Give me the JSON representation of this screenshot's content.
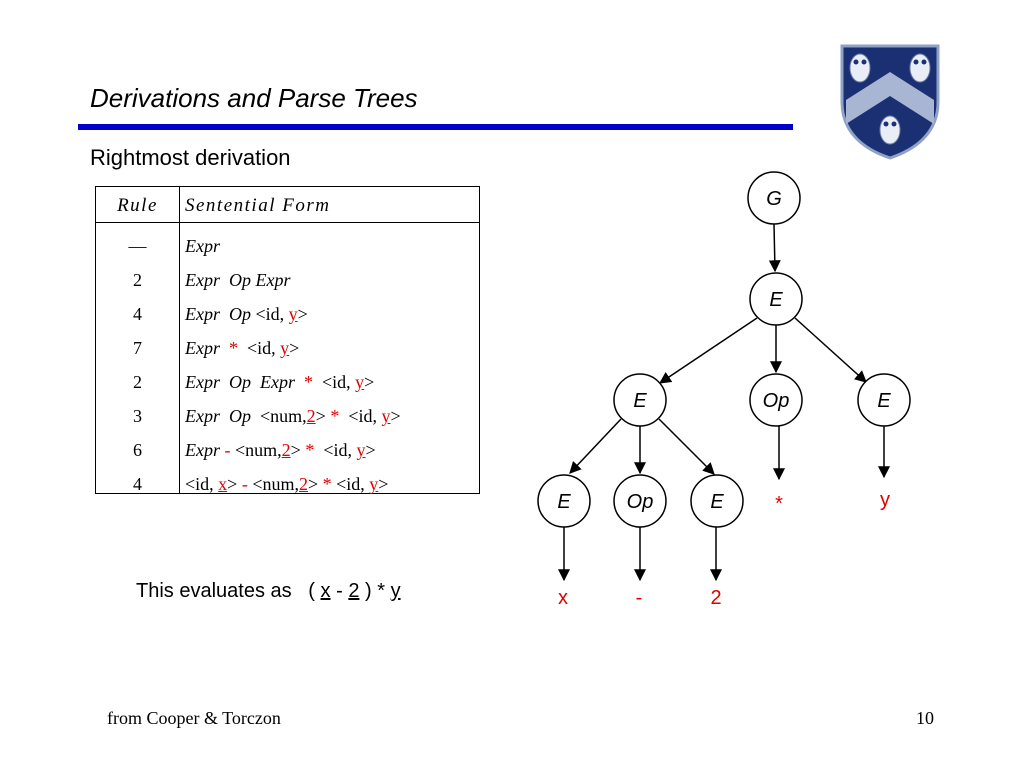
{
  "slide": {
    "title": "Derivations and Parse Trees",
    "subtitle": "Rightmost derivation",
    "accent_color": "#0000cc",
    "highlight_color": "#e00000",
    "crest_icon": "owl-shield-crest-icon"
  },
  "table": {
    "header_rule": "Rule",
    "header_form": "Sentential Form",
    "rows": [
      {
        "rule": "—",
        "form": [
          {
            "t": "Expr",
            "i": true
          }
        ]
      },
      {
        "rule": "2",
        "form": [
          {
            "t": "Expr  Op Expr",
            "i": true
          }
        ]
      },
      {
        "rule": "4",
        "form": [
          {
            "t": "Expr  Op ",
            "i": true
          },
          {
            "t": "<id, "
          },
          {
            "t": "y",
            "red": true,
            "u": true
          },
          {
            "t": ">"
          }
        ]
      },
      {
        "rule": "7",
        "form": [
          {
            "t": "Expr ",
            "i": true
          },
          {
            "t": " * ",
            "red": true
          },
          {
            "t": " <id, "
          },
          {
            "t": "y",
            "red": true,
            "u": true
          },
          {
            "t": ">"
          }
        ]
      },
      {
        "rule": "2",
        "form": [
          {
            "t": "Expr  Op  Expr ",
            "i": true
          },
          {
            "t": " * ",
            "red": true
          },
          {
            "t": " <id, "
          },
          {
            "t": "y",
            "red": true,
            "u": true
          },
          {
            "t": ">"
          }
        ]
      },
      {
        "rule": "3",
        "form": [
          {
            "t": "Expr  Op ",
            "i": true
          },
          {
            "t": " <num,"
          },
          {
            "t": "2",
            "red": true,
            "u": true
          },
          {
            "t": "> "
          },
          {
            "t": "*",
            "red": true
          },
          {
            "t": "  <id, "
          },
          {
            "t": "y",
            "red": true,
            "u": true
          },
          {
            "t": ">"
          }
        ]
      },
      {
        "rule": "6",
        "form": [
          {
            "t": "Expr ",
            "i": true
          },
          {
            "t": "- ",
            "red": true
          },
          {
            "t": "<num,"
          },
          {
            "t": "2",
            "red": true,
            "u": true
          },
          {
            "t": "> "
          },
          {
            "t": "*",
            "red": true
          },
          {
            "t": "  <id, "
          },
          {
            "t": "y",
            "red": true,
            "u": true
          },
          {
            "t": ">"
          }
        ]
      },
      {
        "rule": "4",
        "form": [
          {
            "t": "<id, "
          },
          {
            "t": "x",
            "red": true,
            "u": true
          },
          {
            "t": "> "
          },
          {
            "t": "-",
            "red": true
          },
          {
            "t": " <num,"
          },
          {
            "t": "2",
            "red": true,
            "u": true
          },
          {
            "t": "> "
          },
          {
            "t": "*",
            "red": true
          },
          {
            "t": " <id, "
          },
          {
            "t": "y",
            "red": true,
            "u": true
          },
          {
            "t": ">"
          }
        ]
      }
    ]
  },
  "tree": {
    "nodes": [
      {
        "id": "g",
        "label": "G"
      },
      {
        "id": "e-root",
        "label": "E"
      },
      {
        "id": "e-left",
        "label": "E"
      },
      {
        "id": "op-mid",
        "label": "Op"
      },
      {
        "id": "e-right",
        "label": "E"
      },
      {
        "id": "e-x",
        "label": "E"
      },
      {
        "id": "op-minus",
        "label": "Op"
      },
      {
        "id": "e-2",
        "label": "E"
      }
    ],
    "leaves": [
      {
        "id": "leaf-star",
        "label": "*"
      },
      {
        "id": "leaf-y",
        "label": "y"
      },
      {
        "id": "leaf-x",
        "label": "x"
      },
      {
        "id": "leaf-minus",
        "label": "-"
      },
      {
        "id": "leaf-2",
        "label": "2"
      }
    ]
  },
  "evaluates": {
    "prefix": "This evaluates as   ( ",
    "x": "x",
    "minus": " - ",
    "two": "2",
    "mid": " ) * ",
    "y": "y"
  },
  "footer": {
    "source": "from Cooper & Torczon",
    "page": "10"
  }
}
